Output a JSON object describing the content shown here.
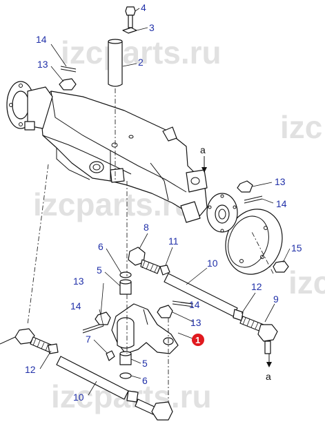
{
  "watermark": {
    "text_main": "izcparts.ru",
    "text_fragment": "izc",
    "color": "#c9c9c9"
  },
  "callouts": {
    "c1": "1",
    "c2": "2",
    "c3": "3",
    "c4": "4",
    "c5a": "5",
    "c5b": "5",
    "c6a": "6",
    "c6b": "6",
    "c7": "7",
    "c8": "8",
    "c9": "9",
    "c10a": "10",
    "c10b": "10",
    "c11": "11",
    "c12a": "12",
    "c12b": "12",
    "c13a": "13",
    "c13b": "13",
    "c13c": "13",
    "c13d": "13",
    "c14a": "14",
    "c14b": "14",
    "c14c": "14",
    "c14d": "14",
    "c15": "15"
  },
  "reference_letters": {
    "a_top": "a",
    "a_bottom": "a"
  },
  "colors": {
    "callout_text": "#1f2fa8",
    "highlight_badge": "#e0191e",
    "badge_text": "#ffffff",
    "line": "#111111"
  }
}
